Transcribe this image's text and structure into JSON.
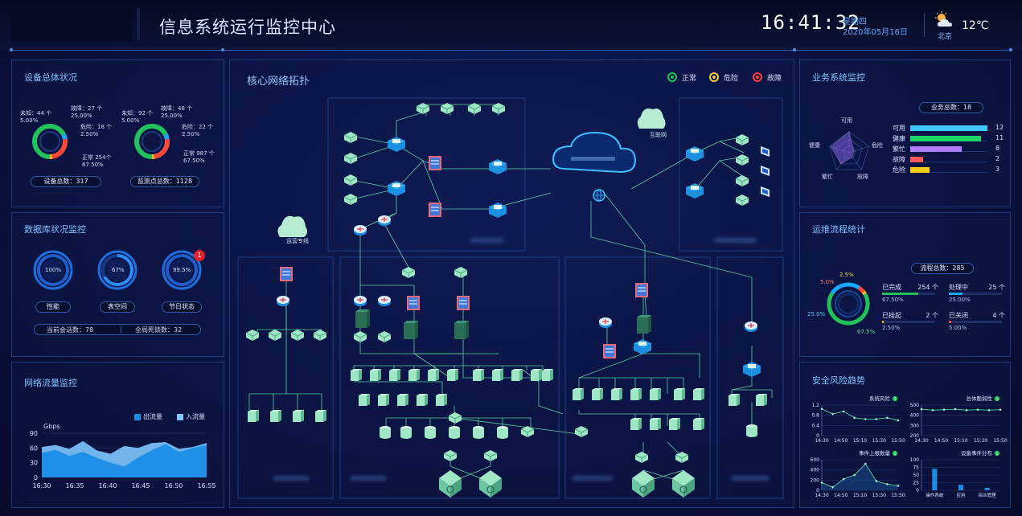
{
  "header": {
    "title": "信息系统运行监控中心",
    "time": "16:41:32",
    "weekday": "星期四",
    "date": "2020年05月16日",
    "city": "北京",
    "temperature": "12℃",
    "weather_icon": "cloud-sun-icon"
  },
  "device_status": {
    "title": "设备总体状况",
    "left": {
      "unknown": "未知：44 个",
      "unknown_pct": "5.00%",
      "fault": "故障：27 个",
      "fault_pct": "25.00%",
      "danger": "危险：18 个",
      "danger_pct": "2.50%",
      "normal": "正常 254个",
      "normal_pct": "67.50%",
      "total": "设备总数：317"
    },
    "right": {
      "unknown": "未知：92 个",
      "unknown_pct": "5.00%",
      "fault": "故障：48 个",
      "fault_pct": "25.00%",
      "danger": "危险：22 个",
      "danger_pct": "2.50%",
      "normal": "正常 987 个",
      "normal_pct": "67.50%",
      "total": "监测点总数：1128"
    },
    "colors": {
      "normal": "#22c25a",
      "unknown": "#19a6ff",
      "fault": "#ff4a3a",
      "danger": "#ffb21f"
    }
  },
  "database": {
    "title": "数据库状况监控",
    "gauges": [
      {
        "value": "100%",
        "label": "性能"
      },
      {
        "value": "67%",
        "label": "表空间"
      },
      {
        "value": "99.5%",
        "label": "节日状态",
        "badge": "1"
      }
    ],
    "sessions": "当前会话数：78",
    "deadlocks": "全局死锁数：32"
  },
  "traffic": {
    "title": "网络流量监控",
    "unit": "Gbps",
    "legend_out": "出流量",
    "legend_in": "入流量"
  },
  "topology": {
    "title": "核心网络拓扑",
    "legend": [
      "正常",
      "危险",
      "故障"
    ],
    "internet": "互联网",
    "isp": "运营专线"
  },
  "business": {
    "title": "业务系统监控",
    "total": "业务总数：18",
    "radar_labels": [
      "可用",
      "危险",
      "故障",
      "繁忙",
      "健康"
    ],
    "bars": [
      {
        "name": "可用",
        "value": 12,
        "color": "#3ec8ff"
      },
      {
        "name": "健康",
        "value": 11,
        "color": "#1fd36b"
      },
      {
        "name": "繁忙",
        "value": 8,
        "color": "#b27cff"
      },
      {
        "name": "故障",
        "value": 2,
        "color": "#ff5a5a"
      },
      {
        "name": "危险",
        "value": 3,
        "color": "#ffcc18"
      }
    ]
  },
  "workflow": {
    "title": "运维流程统计",
    "total": "流程总数：285",
    "ring_labels": [
      "5.0%",
      "2.5%",
      "25.0%",
      "67.5%"
    ],
    "items": [
      {
        "name": "已完成",
        "count": "254 个",
        "pct": "67.50%",
        "fill": 0.675,
        "color": "#22c25a"
      },
      {
        "name": "处理中",
        "count": "25 个",
        "pct": "25.00%",
        "fill": 0.25,
        "color": "#19a6ff"
      },
      {
        "name": "已挂起",
        "count": "2 个",
        "pct": "2.50%",
        "fill": 0.025,
        "color": "#ffb21f"
      },
      {
        "name": "已关闭",
        "count": "4 个",
        "pct": "5.00%",
        "fill": 0.05,
        "color": "#ff4a3a"
      }
    ]
  },
  "security": {
    "title": "安全风险趋势",
    "charts": [
      {
        "title": "系统风险",
        "badge": "1"
      },
      {
        "title": "总体脆弱性",
        "badge": "1"
      },
      {
        "title": "事件上报数量",
        "badge": "1"
      },
      {
        "title": "设备事件分布",
        "badge": "1"
      }
    ]
  },
  "chart_data": [
    {
      "type": "area",
      "title": "",
      "ylabel": "Gbps",
      "x": [
        "16:30",
        "16:35",
        "16:40",
        "16:45",
        "16:50",
        "16:55"
      ],
      "ylim": [
        0,
        90
      ],
      "yticks": [
        0,
        30,
        60,
        90
      ],
      "series": [
        {
          "name": "入流量",
          "values": [
            62,
            66,
            58,
            74,
            55,
            48,
            64,
            60,
            70,
            72,
            58,
            62,
            70
          ]
        },
        {
          "name": "出流量",
          "values": [
            50,
            56,
            44,
            52,
            40,
            30,
            22,
            40,
            55,
            68,
            52,
            60,
            66
          ]
        }
      ]
    },
    {
      "type": "line",
      "title": "系统风险",
      "x": [
        "14:30",
        "14:50",
        "15:10",
        "15:30",
        "15:50"
      ],
      "ylim": [
        0,
        1.2
      ],
      "yticks": [
        0,
        0.4,
        0.8,
        1.2
      ],
      "values": [
        1.05,
        0.85,
        0.95,
        0.7,
        0.65,
        0.65,
        0.7,
        0.6
      ]
    },
    {
      "type": "line",
      "title": "总体脆弱性",
      "x": [
        "14:30",
        "14:50",
        "15:10",
        "15:30",
        "15:50"
      ],
      "ylim": [
        200,
        500
      ],
      "yticks": [
        200,
        300,
        400,
        500
      ],
      "values": [
        460,
        450,
        455,
        460,
        450,
        455,
        450,
        455
      ]
    },
    {
      "type": "line",
      "title": "事件上报数量",
      "x": [
        "14:30",
        "14:50",
        "15:10",
        "15:30",
        "15:50"
      ],
      "ylim": [
        0,
        600
      ],
      "yticks": [
        0,
        200,
        400,
        600
      ],
      "values": [
        150,
        60,
        220,
        300,
        520,
        180,
        120,
        90
      ]
    },
    {
      "type": "bar",
      "title": "设备事件分布",
      "categories": [
        "操作系统",
        "应用",
        "综合管理"
      ],
      "ylim": [
        0,
        100
      ],
      "yticks": [
        0,
        25,
        50,
        75,
        100
      ],
      "values": [
        70,
        18,
        8
      ]
    },
    {
      "type": "bar",
      "title": "",
      "categories": [
        "可用",
        "健康",
        "繁忙",
        "故障",
        "危险"
      ],
      "values": [
        12,
        11,
        8,
        2,
        3
      ]
    }
  ]
}
